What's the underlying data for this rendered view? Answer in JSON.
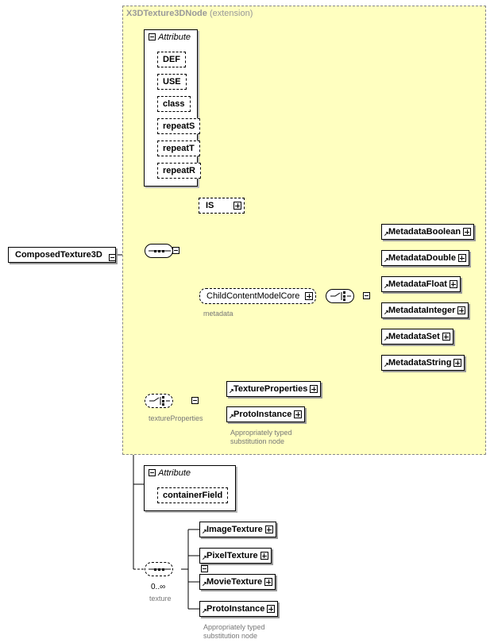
{
  "extension": {
    "name": "X3DTexture3DNode",
    "suffix": "(extension)"
  },
  "root": {
    "name": "ComposedTexture3D"
  },
  "attribute_group_1": {
    "header": "Attribute",
    "attributes": [
      "DEF",
      "USE",
      "class",
      "repeatS",
      "repeatT",
      "repeatR"
    ]
  },
  "attribute_group_2": {
    "header": "Attribute",
    "attributes": [
      "containerField"
    ]
  },
  "is_element": {
    "name": "IS"
  },
  "child_content": {
    "name": "ChildContentModelCore",
    "annotation": "metadata"
  },
  "metadata_choices": [
    "MetadataBoolean",
    "MetadataDouble",
    "MetadataFloat",
    "MetadataInteger",
    "MetadataSet",
    "MetadataString"
  ],
  "texture_properties": {
    "annotation": "textureProperties",
    "choices": [
      "TextureProperties",
      "ProtoInstance"
    ],
    "note": "Appropriately typed substitution node"
  },
  "texture": {
    "annotation": "texture",
    "occurrence": "0..∞",
    "choices": [
      "ImageTexture",
      "PixelTexture",
      "MovieTexture",
      "ProtoInstance"
    ],
    "note": "Appropriately typed substitution node"
  }
}
